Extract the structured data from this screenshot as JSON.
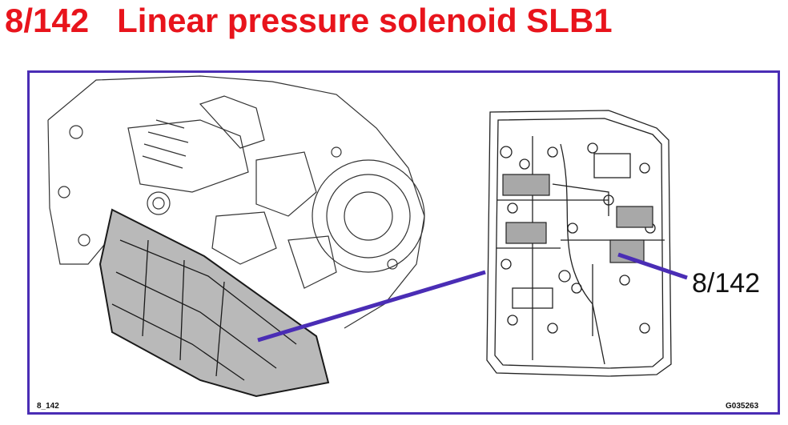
{
  "header": {
    "code": "8/142",
    "title": "Linear pressure solenoid SLB1"
  },
  "diagram": {
    "callout_label": "8/142",
    "figure_id": "8_142",
    "image_code": "G035263"
  },
  "colors": {
    "title": "#e8141c",
    "frame": "#4a2db5",
    "leader": "#4a2db5",
    "linework": "#222222",
    "pan_fill": "#b9b9b9",
    "solenoid_fill": "#a8a8a8"
  }
}
